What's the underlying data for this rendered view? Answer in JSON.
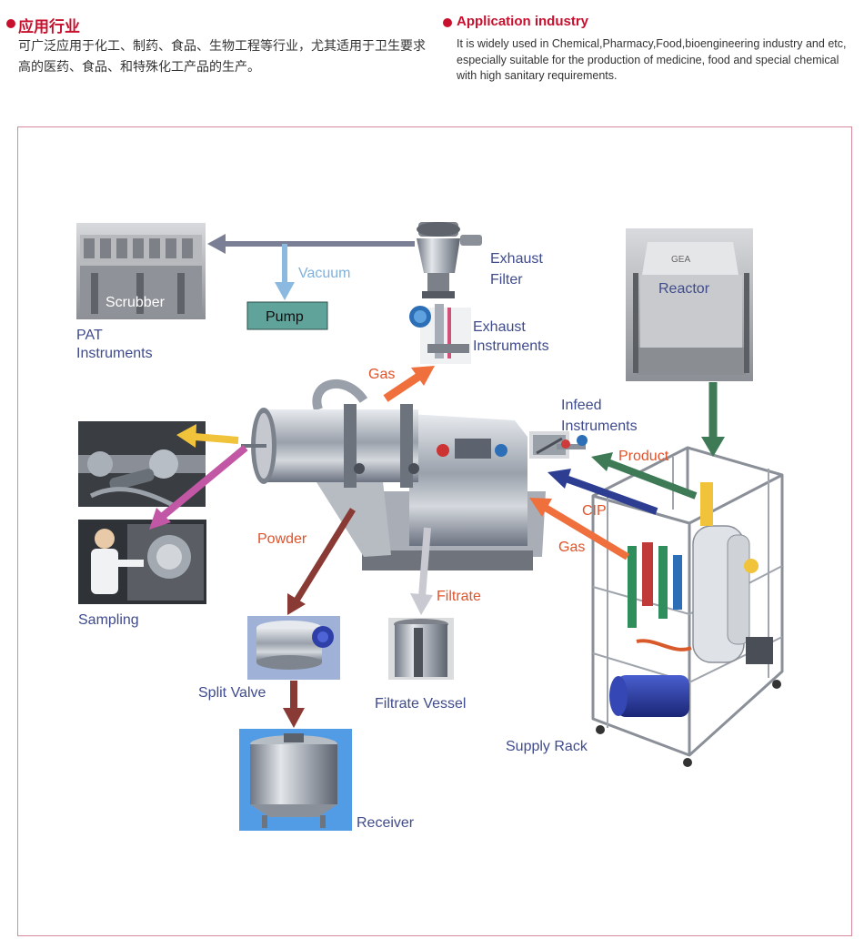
{
  "header": {
    "title_cn": "应用行业",
    "desc_cn": "可广泛应用于化工、制药、食品、生物工程等行业，尤其适用于卫生要求高的医药、食品、和特殊化工产品的生产。",
    "title_en": "Application industry",
    "desc_en": "It is widely used in Chemical,Pharmacy,Food,bioengineering industry and etc, especially suitable for the production of medicine, food and special chemical with high sanitary requirements."
  },
  "colors": {
    "accent": "#c8102e",
    "frame": "#d78a9a",
    "label_blue": "#3f4b8c",
    "label_orange": "#e0532a",
    "arrow_gray": "#7a7f95",
    "arrow_lightblue": "#8bb9e0",
    "arrow_orange": "#ef6f3d",
    "arrow_green": "#3d7a55",
    "arrow_navy": "#2d3e92",
    "arrow_yellow": "#f0c33a",
    "arrow_purple": "#c157a5",
    "arrow_brown": "#8a3a34",
    "arrow_silver": "#c9c9d2",
    "pump_box": "#5fa39a"
  },
  "labels": {
    "scrubber": "Scrubber",
    "pat_instruments_1": "PAT",
    "pat_instruments_2": "Instruments",
    "vacuum": "Vacuum",
    "pump": "Pump",
    "exhaust_filter_1": "Exhaust",
    "exhaust_filter_2": "Filter",
    "exhaust_instruments_1": "Exhaust",
    "exhaust_instruments_2": "Instruments",
    "gas_top": "Gas",
    "reactor": "Reactor",
    "infeed_instruments_1": "Infeed",
    "infeed_instruments_2": "Instruments",
    "product": "Product",
    "cip": "CIP",
    "gas_right": "Gas",
    "powder": "Powder",
    "filtrate": "Filtrate",
    "sampling": "Sampling",
    "split_valve": "Split Valve",
    "filtrate_vessel": "Filtrate Vessel",
    "receiver": "Receiver",
    "supply_rack": "Supply Rack"
  },
  "icons": {
    "scrubber_photo": "scrubber-photo",
    "exhaust_filter_photo": "exhaust-filter-photo",
    "exhaust_instruments_photo": "exhaust-instruments-photo",
    "reactor_photo": "reactor-photo",
    "centrifuge_photo": "centrifuge-photo",
    "pat_photo": "pat-instrument-photo",
    "sampling_photo": "sampling-photo",
    "split_valve_photo": "split-valve-photo",
    "filtrate_vessel_photo": "filtrate-vessel-photo",
    "receiver_photo": "receiver-photo",
    "supply_rack_drawing": "supply-rack-drawing",
    "infeed_instruments_photo": "infeed-instruments-photo"
  }
}
